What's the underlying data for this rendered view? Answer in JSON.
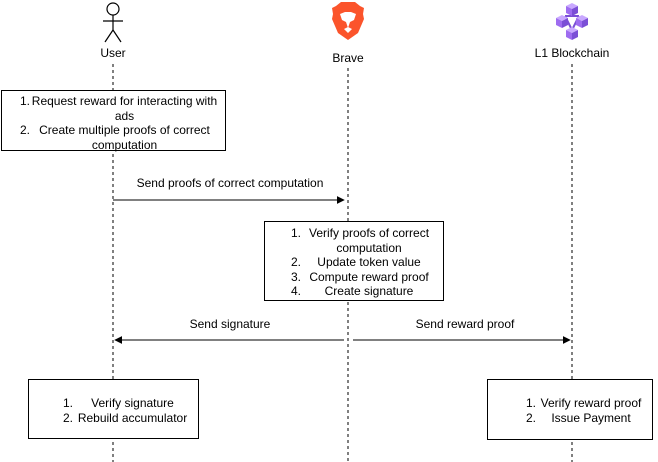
{
  "actors": [
    {
      "id": "user",
      "name": "User",
      "icon": "stick-figure-icon"
    },
    {
      "id": "brave",
      "name": "Brave",
      "icon": "brave-lion-logo-icon"
    },
    {
      "id": "chain",
      "name": "L1 Blockchain",
      "icon": "blockchain-cubes-icon"
    }
  ],
  "notes": {
    "user_top": {
      "items": [
        {
          "num": "1.",
          "text": "Request reward for interacting with ads"
        },
        {
          "num": "2.",
          "text": "Create multiple proofs of correct computation"
        }
      ]
    },
    "brave_mid": {
      "items": [
        {
          "num": "1.",
          "text": "Verify proofs of correct computation"
        },
        {
          "num": "2.",
          "text": "Update token value"
        },
        {
          "num": "3.",
          "text": "Compute reward proof"
        },
        {
          "num": "4.",
          "text": "Create signature"
        }
      ]
    },
    "user_bottom": {
      "items": [
        {
          "num": "1.",
          "text": "Verify signature"
        },
        {
          "num": "2.",
          "text": "Rebuild accumulator"
        }
      ]
    },
    "chain_bottom": {
      "items": [
        {
          "num": "1.",
          "text": "Verify reward proof"
        },
        {
          "num": "2.",
          "text": "Issue Payment"
        }
      ]
    }
  },
  "messages": {
    "send_proofs": "Send proofs of correct computation",
    "send_signature": "Send signature",
    "send_reward_proof": "Send reward proof"
  },
  "colors": {
    "brave_orange": "#fb542b",
    "chain_purple": "#9e6cf0",
    "chain_purple_dark": "#7b4fd6",
    "line": "#000000"
  }
}
